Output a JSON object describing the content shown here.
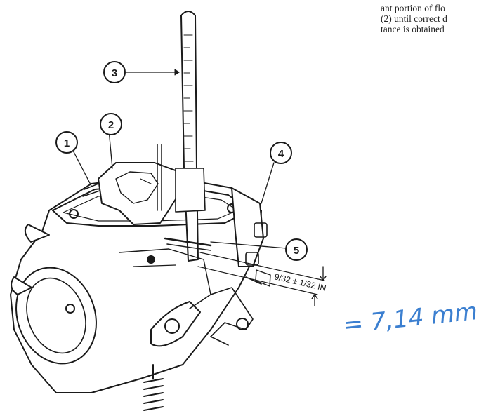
{
  "text_lines": [
    "ant portion of flo",
    "(2) until correct d",
    "tance is obtained"
  ],
  "callouts": [
    "1",
    "2",
    "3",
    "4",
    "5"
  ],
  "dimension_label": "9/32 ± 1/32 IN",
  "handwritten_note": "= 7,14 mm",
  "colors": {
    "ink": "#1a1a1a",
    "handwriting": "#3b7fd0"
  }
}
